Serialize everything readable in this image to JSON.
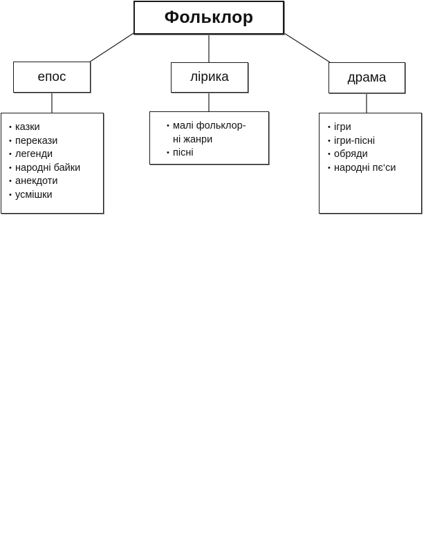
{
  "diagram": {
    "root": {
      "label": "Фольклор"
    },
    "categories": [
      {
        "label": "епос",
        "items": [
          "казки",
          "перекази",
          "легенди",
          "народні байки",
          "анекдоти",
          "усмішки"
        ]
      },
      {
        "label": "лірика",
        "items": [
          "малі фольклор-\nні жанри",
          "пісні"
        ]
      },
      {
        "label": "драма",
        "items": [
          "ігри",
          "ігри-пісні",
          "обряди",
          "народні пє‘си"
        ]
      }
    ]
  },
  "colors": {
    "line": "#1a1a1a",
    "background": "#ffffff",
    "shadow": "#8a8a8a"
  }
}
